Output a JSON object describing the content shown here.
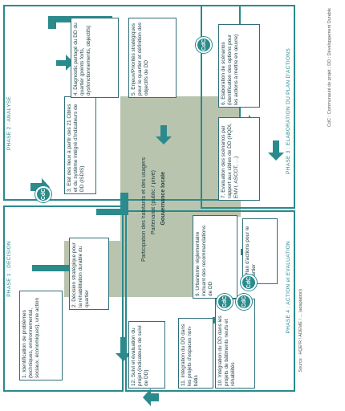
{
  "phases": {
    "phase1": "PHASE 1 : DECISION",
    "phase2": "PHASE 2 : ANALYSE",
    "phase3": "PHASE 3 : ELABORATION DU PLAN D'ACTIONS",
    "phase4": "PHASE 4 : ACTION et EVALUATION"
  },
  "boxes": {
    "b1": "1. Identification de problèmes (techniques, environnemental, sociaux, économiques), une action",
    "b2": "2. Décision stratégique pour la réhabilitation durable du quartier",
    "b3": "3. Etat des lieux à partir des 21 Cibles et du système intégré d'indicateurs de DD (ISDIS)",
    "b4": "4. Diagnostic partagé du DD du quartier (points forts, dysfonctionnements, objectifs)",
    "b5": "5. Enjeux/Priorités stratégiques pour le quartier et définition des objectifs de DD",
    "b6": "6. Elaboration de scénarios (identification des options pour les actions à mettre en œuvre)",
    "b7": "7. Evaluation des scénarios par rapport aux cibles de DD (HQDI, ENVI, ASCOT, …)",
    "b8": "8. Plan d'actions pour le quartier",
    "b9": "9. Urbanisme réglementaire incluant des recommandations de DD",
    "b10": "10. Intégration du DD dans les projets de bâtiments neufs et réhabilités",
    "b11": "11. Intégration du DD dans les projets d'espaces non-bâtis",
    "b12": "12. Suivi et évaluation du projet (indicateurs de suivi de DD)"
  },
  "center": {
    "line1": "Participation des habitants et des usagers",
    "line2": "Partenariat (public / privé)",
    "line3": "Gouvernance locale"
  },
  "cdc": "CdC",
  "legend": "CdC : Communauté de projet ; DD : Développement Durable",
  "source": "Source : HQE²R / ADEME / ... (adaptation)",
  "colors": {
    "teal": "#2a8a8c",
    "band": "#b9c4ae",
    "text": "#1e3f46"
  }
}
